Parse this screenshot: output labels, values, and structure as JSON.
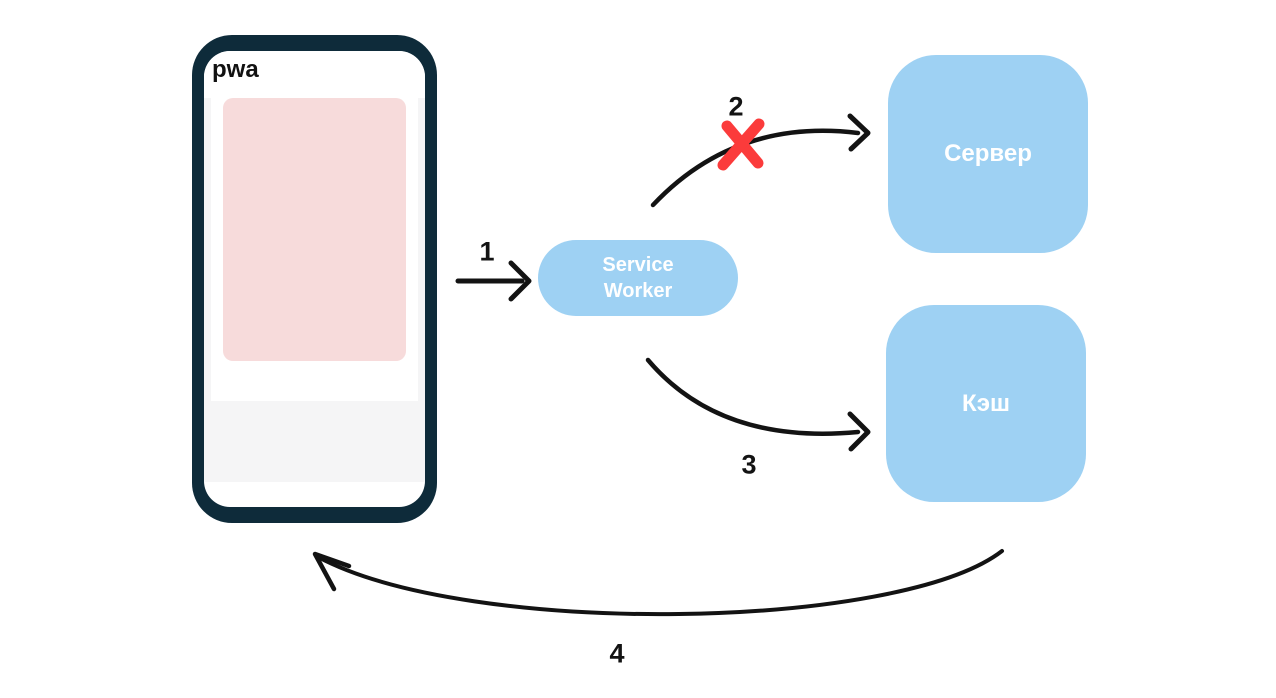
{
  "colors": {
    "canvas_bg": "#ffffff",
    "node_blue": "#9ED1F3",
    "node_text": "#ffffff",
    "phone_frame": "#0E2B3A",
    "screen_bg": "#ffffff",
    "content_gray": "#F5F5F6",
    "image_pink": "#F7DBDB",
    "arrow_black": "#131313",
    "error_red": "#FB3B3B",
    "label_text": "#131313"
  },
  "phone": {
    "app_label": "pwa"
  },
  "nodes": {
    "service_worker": {
      "label": "Service Worker"
    },
    "server": {
      "label": "Сервер"
    },
    "cache": {
      "label": "Кэш"
    }
  },
  "steps": {
    "step1": {
      "label": "1",
      "from": "pwa",
      "to": "service_worker",
      "blocked": false
    },
    "step2": {
      "label": "2",
      "from": "service_worker",
      "to": "server",
      "blocked": true
    },
    "step3": {
      "label": "3",
      "from": "service_worker",
      "to": "cache",
      "blocked": false
    },
    "step4": {
      "label": "4",
      "from": "cache",
      "to": "pwa",
      "blocked": false
    }
  }
}
